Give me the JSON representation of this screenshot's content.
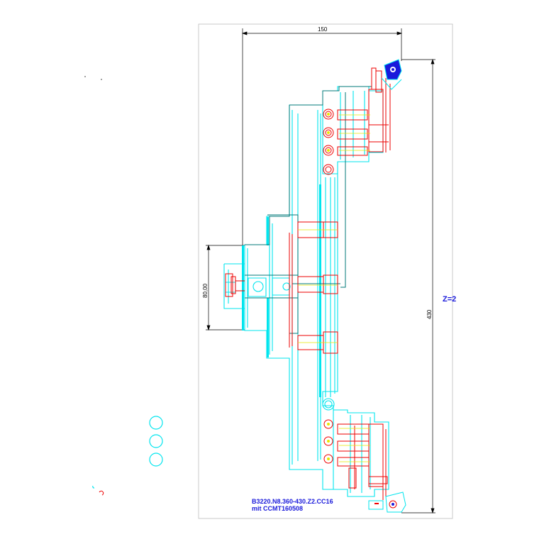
{
  "dimensions": {
    "width_label": "150",
    "height_label": "430",
    "bore_label": "80,00"
  },
  "annotations": {
    "z_label": "Z=2"
  },
  "title_block": {
    "line1": "B3220.N8.360-430.Z2.CC16",
    "line2": "mit CCMT160508"
  },
  "colors": {
    "cyan": "#00e5ee",
    "teal": "#007a7a",
    "red": "#ee0000",
    "yellow": "#e8e800",
    "blue": "#1a1adb",
    "black": "#000000",
    "frame": "#c8c8c8"
  }
}
